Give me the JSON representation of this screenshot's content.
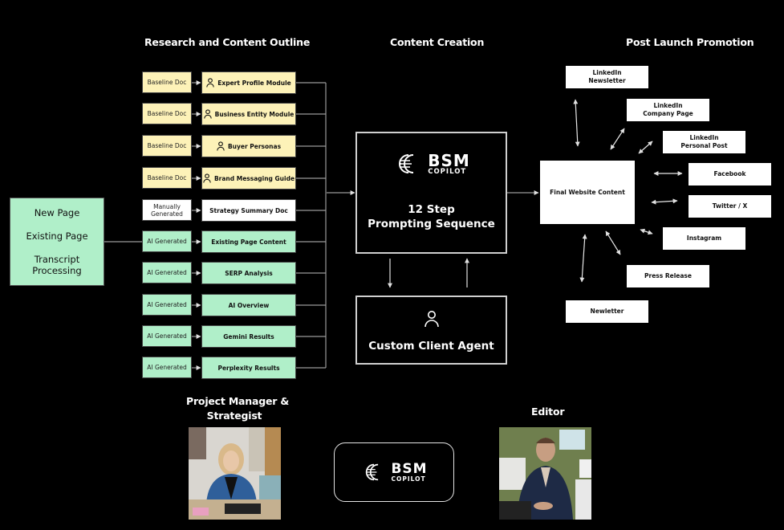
{
  "sections": {
    "research": "Research and Content Outline",
    "creation": "Content Creation",
    "promotion": "Post Launch Promotion"
  },
  "inputs": {
    "items": [
      "New Page",
      "Existing Page",
      "Transcript Processing"
    ]
  },
  "research_rows": [
    {
      "source": "Baseline Doc",
      "module": "Expert Profile Module",
      "color": "#fdf2b8",
      "icon": "person-icon"
    },
    {
      "source": "Baseline Doc",
      "module": "Business Entity Module",
      "color": "#fdf2b8",
      "icon": "person-icon"
    },
    {
      "source": "Baseline Doc",
      "module": "Buyer Personas",
      "color": "#fdf2b8",
      "icon": "person-icon"
    },
    {
      "source": "Baseline Doc",
      "module": "Brand Messaging Guide",
      "color": "#fdf2b8",
      "icon": "person-icon"
    },
    {
      "source": "Manually Generated",
      "module": "Strategy Summary Doc",
      "color": "#ffffff",
      "icon": null
    },
    {
      "source": "AI Generated",
      "module": "Existing Page Content",
      "color": "#b0efc9",
      "icon": null
    },
    {
      "source": "AI Generated",
      "module": "SERP Analysis",
      "color": "#b0efc9",
      "icon": null
    },
    {
      "source": "AI Generated",
      "module": "AI Overview",
      "color": "#b0efc9",
      "icon": null
    },
    {
      "source": "AI Generated",
      "module": "Gemini Results",
      "color": "#b0efc9",
      "icon": null
    },
    {
      "source": "AI Generated",
      "module": "Perplexity Results",
      "color": "#b0efc9",
      "icon": null
    }
  ],
  "copilot": {
    "logo_main": "BSM",
    "logo_sub": "COPILOT",
    "title_line1": "12 Step",
    "title_line2": "Prompting Sequence"
  },
  "agent": {
    "label": "Custom Client Agent",
    "icon": "person-icon"
  },
  "final": {
    "label": "Final Website Content"
  },
  "promotion_channels": [
    {
      "label": "LinkedIn Newsletter",
      "line1": "LinkedIn",
      "line2": "Newsletter"
    },
    {
      "label": "LinkedIn Company Page",
      "line1": "LinkedIn",
      "line2": "Company Page"
    },
    {
      "label": "LinkedIn Personal Post",
      "line1": "LinkedIn",
      "line2": "Personal Post"
    },
    {
      "label": "Facebook",
      "line1": "Facebook",
      "line2": ""
    },
    {
      "label": "Twitter / X",
      "line1": "Twitter / X",
      "line2": ""
    },
    {
      "label": "Instagram",
      "line1": "Instagram",
      "line2": ""
    },
    {
      "label": "Press Release",
      "line1": "Press Release",
      "line2": ""
    },
    {
      "label": "Newletter",
      "line1": "Newletter",
      "line2": ""
    }
  ],
  "team": {
    "manager_line1": "Project Manager &",
    "manager_line2": "Strategist",
    "editor": "Editor"
  },
  "bottom_logo": {
    "main": "BSM",
    "sub": "COPILOT"
  }
}
